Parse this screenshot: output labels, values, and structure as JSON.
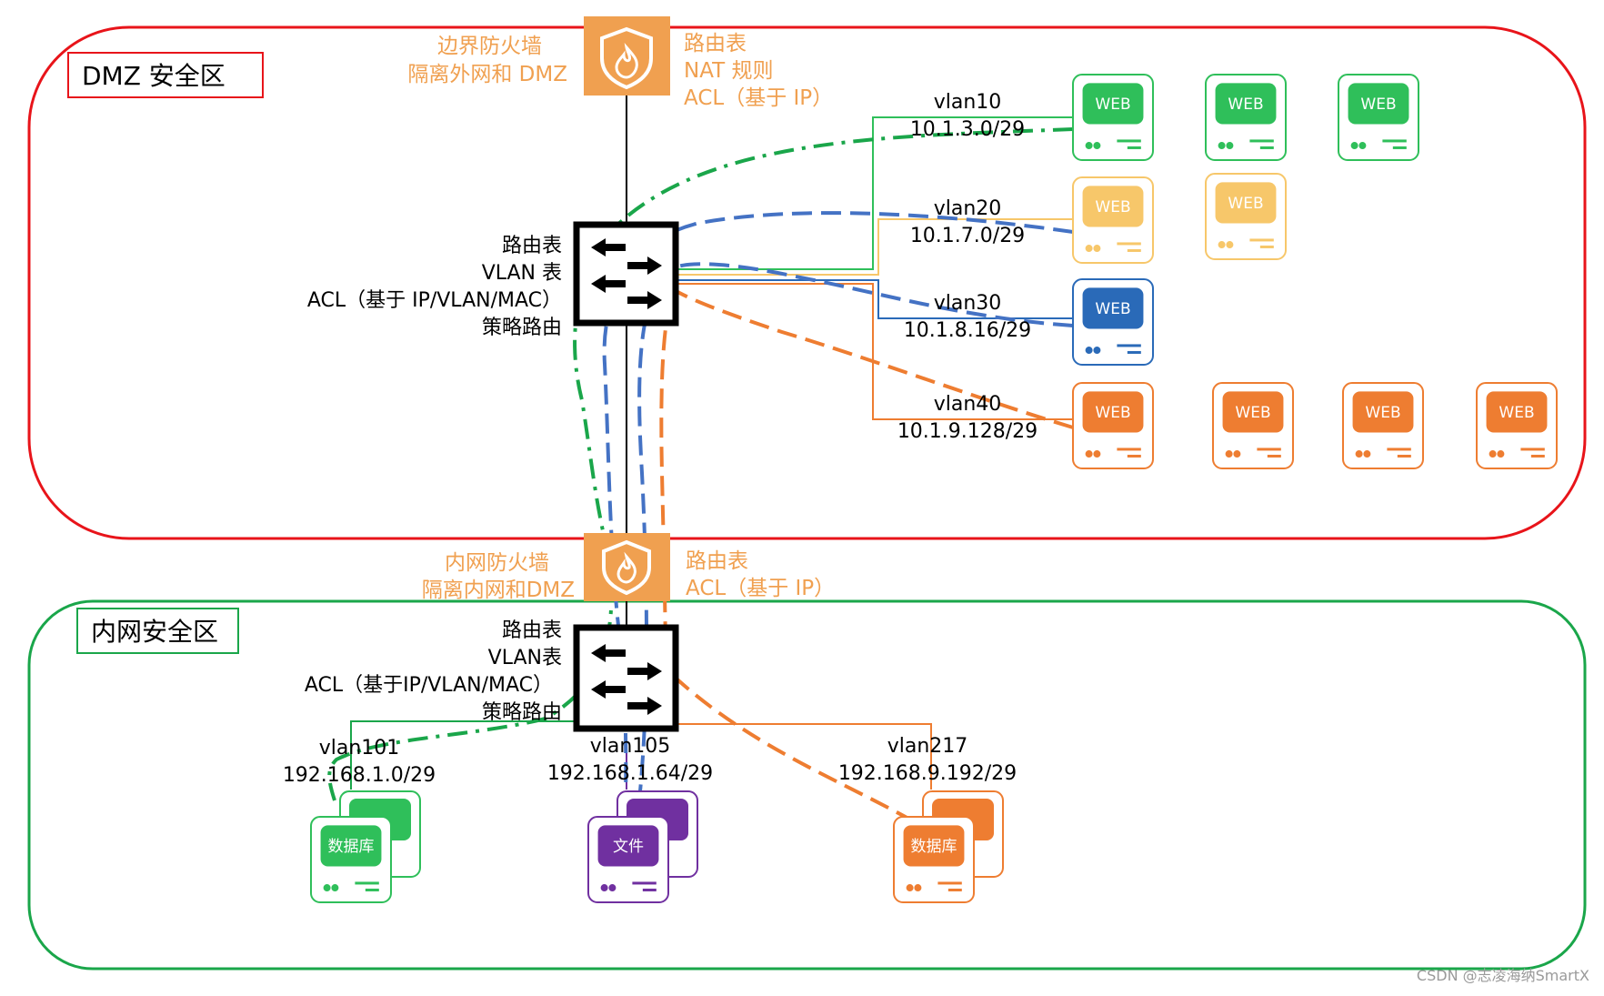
{
  "zones": {
    "dmz": {
      "label": "DMZ 安全区",
      "color": "#e8141a"
    },
    "internal": {
      "label": "内网安全区",
      "color": "#1aa64a"
    }
  },
  "border_firewall": {
    "name_lines": [
      "边界防火墙",
      "隔离外网和 DMZ"
    ],
    "feature_lines": [
      "路由表",
      "NAT 规则",
      "ACL（基于 IP）"
    ],
    "icon": "firewall-shield-icon"
  },
  "internal_firewall": {
    "name_lines": [
      "内网防火墙",
      "隔离内网和DMZ"
    ],
    "feature_lines": [
      "路由表",
      "ACL（基于 IP）"
    ],
    "icon": "firewall-shield-icon"
  },
  "dmz_switch": {
    "feature_lines": [
      "路由表",
      "VLAN 表",
      "ACL（基于 IP/VLAN/MAC）",
      "策略路由"
    ],
    "icon": "switch-arrows-icon"
  },
  "internal_switch": {
    "feature_lines": [
      "路由表",
      "VLAN表",
      "ACL（基于IP/VLAN/MAC）",
      "策略路由"
    ],
    "icon": "switch-arrows-icon"
  },
  "dmz_vlans": [
    {
      "name": "vlan10",
      "subnet": "10.1.3.0/29",
      "color": "#2fbf5a"
    },
    {
      "name": "vlan20",
      "subnet": "10.1.7.0/29",
      "color": "#f7c76a"
    },
    {
      "name": "vlan30",
      "subnet": "10.1.8.16/29",
      "color": "#2a6ab8"
    },
    {
      "name": "vlan40",
      "subnet": "10.1.9.128/29",
      "color": "#ee7d31"
    }
  ],
  "web_server_label": "WEB",
  "internal_vlans": [
    {
      "name": "vlan101",
      "subnet": "192.168.1.0/29",
      "server_label": "数据库",
      "color": "#2fbf5a"
    },
    {
      "name": "vlan105",
      "subnet": "192.168.1.64/29",
      "server_label": "文件",
      "color": "#7030a0"
    },
    {
      "name": "vlan217",
      "subnet": "192.168.9.192/29",
      "server_label": "数据库",
      "color": "#ee7d31"
    }
  ],
  "watermark": "CSDN @志凌海纳SmartX",
  "colors": {
    "firewall": "#f0a050",
    "flow_green": "#1aa64a",
    "flow_blue": "#4472c4",
    "flow_orange": "#ee7d31"
  }
}
